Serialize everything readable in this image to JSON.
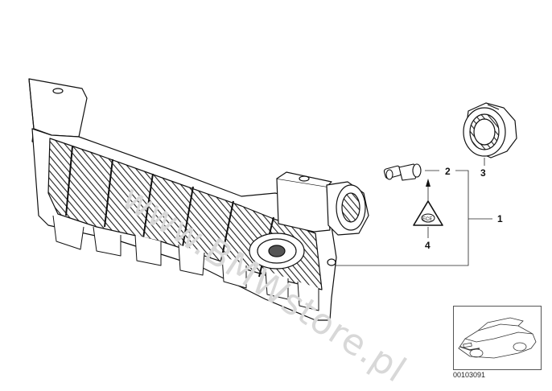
{
  "diagram": {
    "callouts": {
      "part1": "1",
      "part2": "2",
      "part3": "3",
      "part4": "4"
    },
    "warning_label_text": "ECE",
    "watermark": "www.BMWstore.pl",
    "reference_number": "00103091"
  }
}
